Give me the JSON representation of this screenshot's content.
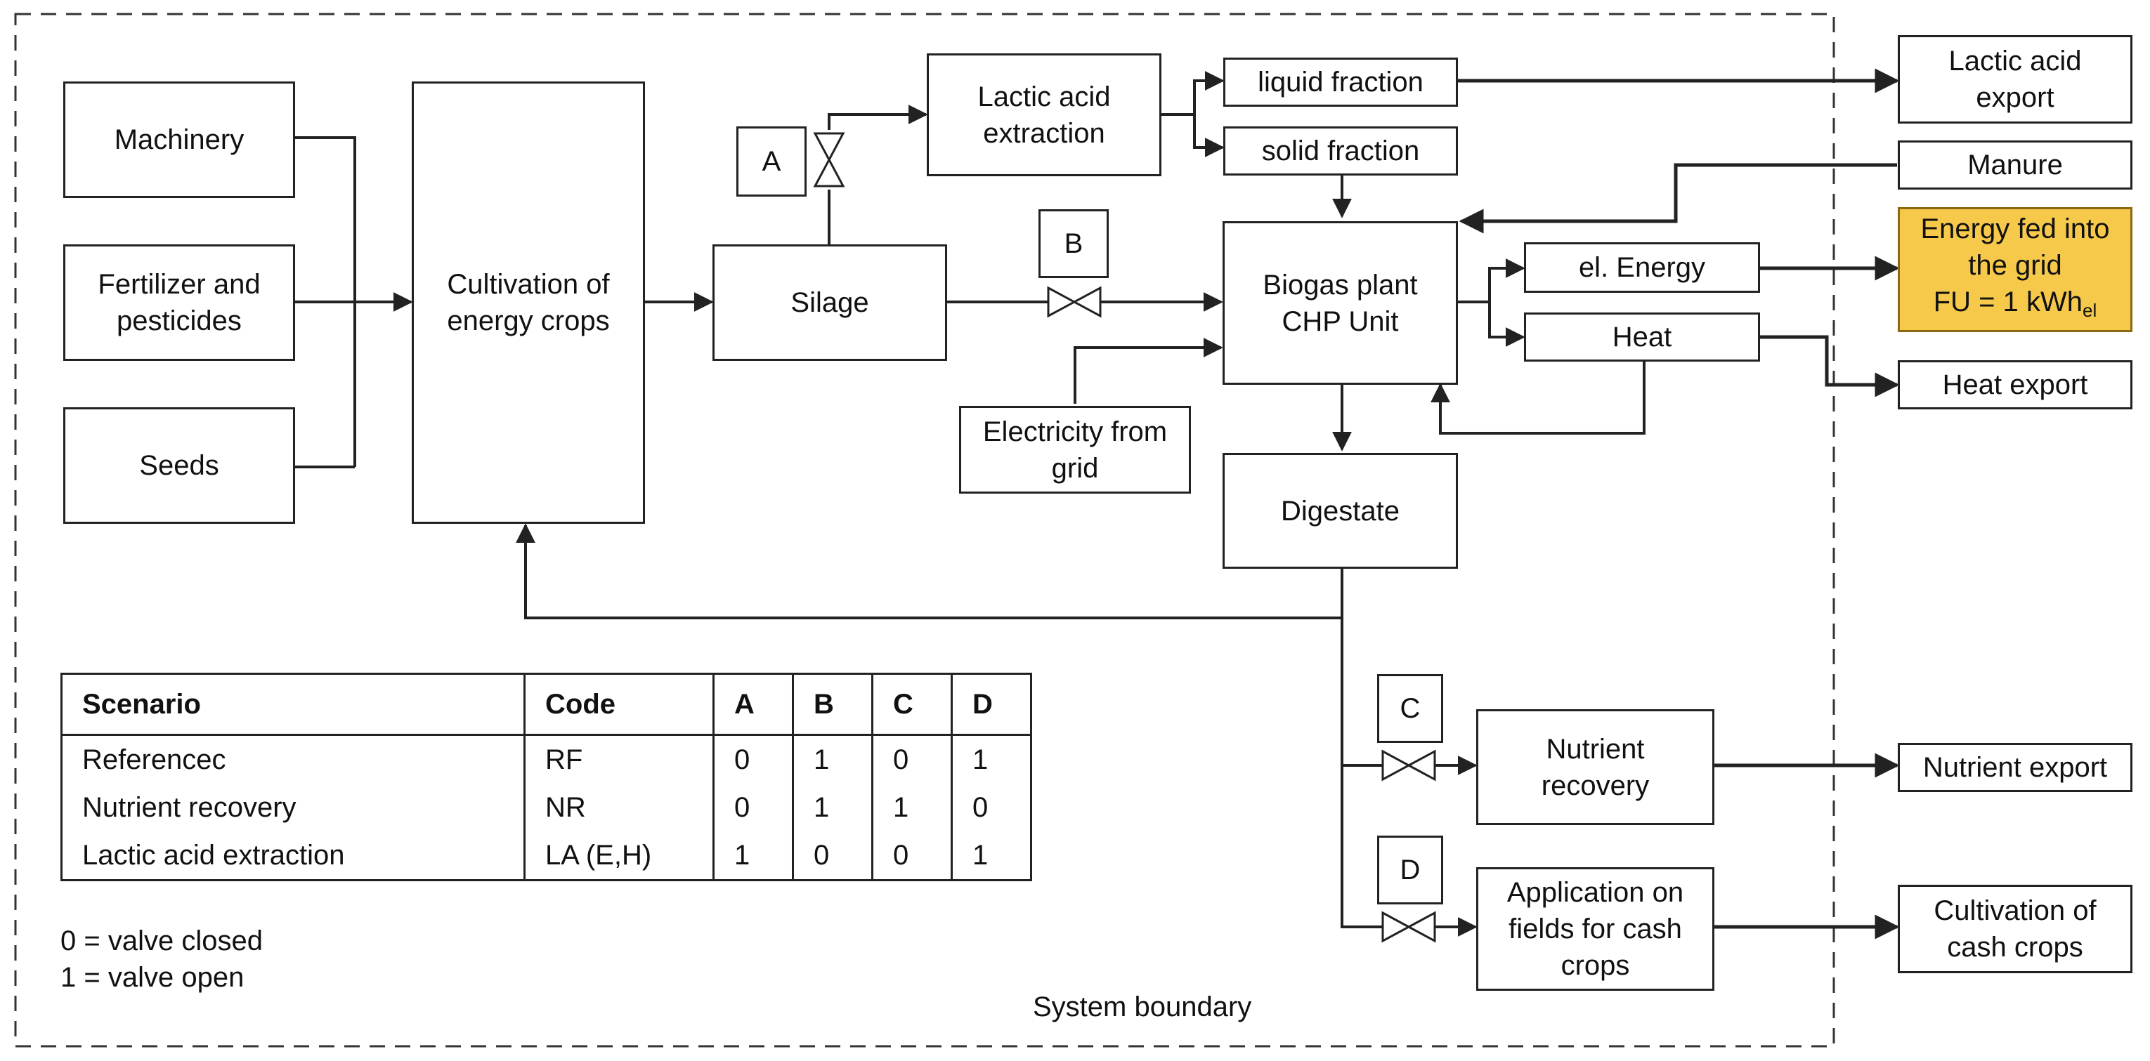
{
  "inputs": {
    "machinery": "Machinery",
    "fertilizer": "Fertilizer and\npesticides",
    "seeds": "Seeds"
  },
  "cultivation": "Cultivation of\nenergy crops",
  "silage": "Silage",
  "lactic_extraction": "Lactic acid\nextraction",
  "liquid_fraction": "liquid fraction",
  "solid_fraction": "solid fraction",
  "lactic_export": "Lactic acid\nexport",
  "manure": "Manure",
  "biogas": "Biogas plant\nCHP Unit",
  "el_energy": "el. Energy",
  "heat": "Heat",
  "energy_grid": {
    "line1": "Energy fed into",
    "line2": "the grid",
    "fu": "FU = 1 kWh",
    "fu_sub": "el"
  },
  "heat_export": "Heat export",
  "electricity_grid": "Electricity from\ngrid",
  "digestate": "Digestate",
  "nutrient_recovery": "Nutrient\nrecovery",
  "nutrient_export": "Nutrient export",
  "application": "Application on\nfields for cash\ncrops",
  "cash_crops": "Cultivation of\ncash crops",
  "valves": {
    "a": "A",
    "b": "B",
    "c": "C",
    "d": "D"
  },
  "system_boundary": "System boundary",
  "table": {
    "headers": [
      "Scenario",
      "Code",
      "A",
      "B",
      "C",
      "D"
    ],
    "rows": [
      [
        "Referencec",
        "RF",
        "0",
        "1",
        "0",
        "1"
      ],
      [
        "Nutrient recovery",
        "NR",
        "0",
        "1",
        "1",
        "0"
      ],
      [
        "Lactic acid extraction",
        "LA (E,H)",
        "1",
        "0",
        "0",
        "1"
      ]
    ]
  },
  "legend": {
    "closed": "0 = valve closed",
    "open": "1 = valve open"
  },
  "colors": {
    "highlight": "#f6c94a",
    "line": "#222222"
  }
}
